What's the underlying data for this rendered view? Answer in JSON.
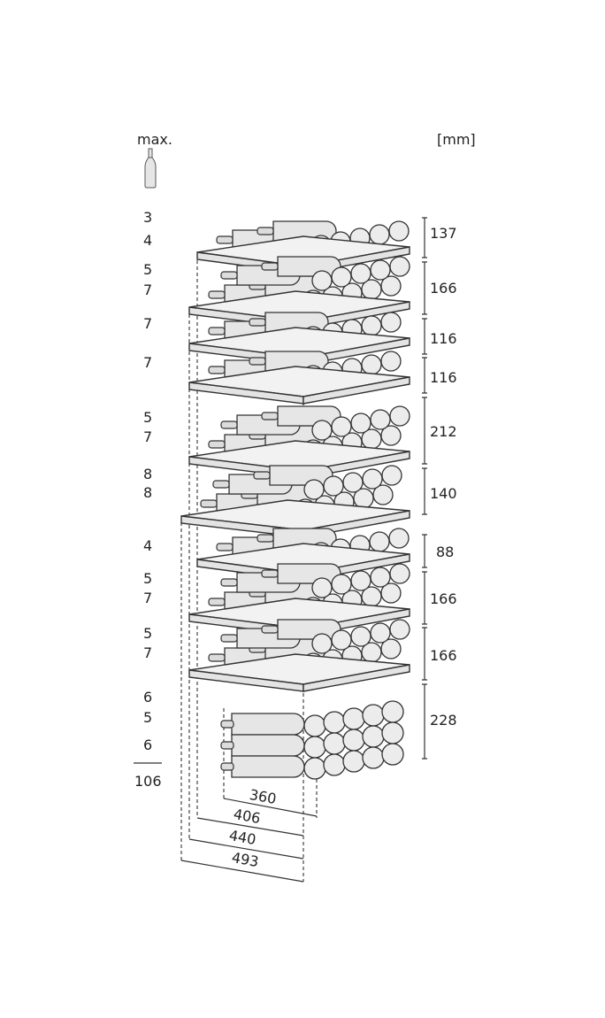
{
  "header": {
    "max_label": "max.",
    "unit_label": "[mm]",
    "bottle_icon": "wine-bottle-icon"
  },
  "shelves": [
    {
      "counts": [
        "3",
        "4"
      ],
      "height": "137"
    },
    {
      "counts": [
        "5",
        "7"
      ],
      "height": "166"
    },
    {
      "counts": [
        "7"
      ],
      "height": "116"
    },
    {
      "counts": [
        "7"
      ],
      "height": "116"
    },
    {
      "counts": [
        "5",
        "7"
      ],
      "height": "212"
    },
    {
      "counts": [
        "8",
        "8"
      ],
      "height": "140"
    },
    {
      "counts": [
        "4"
      ],
      "height": "88"
    },
    {
      "counts": [
        "5",
        "7"
      ],
      "height": "166"
    },
    {
      "counts": [
        "5",
        "7"
      ],
      "height": "166"
    },
    {
      "counts": [
        "6",
        "5",
        "6"
      ],
      "height": "228"
    }
  ],
  "total": "106",
  "widths": [
    "360",
    "406",
    "440",
    "493"
  ],
  "colors": {
    "line": "#333333",
    "bottle_fill": "#e6e6e6",
    "shelf_fill": "#f2f2f2"
  }
}
